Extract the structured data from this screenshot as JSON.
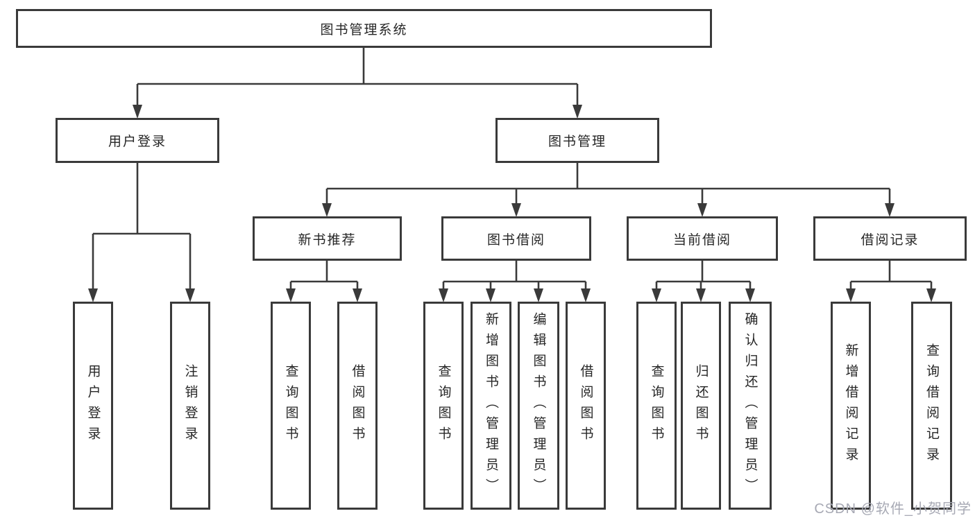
{
  "diagram": {
    "nodes": {
      "root": {
        "label": "图书管理系统"
      },
      "user_login": {
        "label": "用户登录"
      },
      "book_mgmt": {
        "label": "图书管理"
      },
      "new_book_rec": {
        "label": "新书推荐"
      },
      "book_borrow": {
        "label": "图书借阅"
      },
      "current_borrow": {
        "label": "当前借阅"
      },
      "borrow_record": {
        "label": "借阅记录"
      },
      "leaf_user_login": {
        "label": "用户登录"
      },
      "leaf_logout": {
        "label": "注销登录"
      },
      "leaf_query_book_1": {
        "label": "查询图书"
      },
      "leaf_borrow_book_1": {
        "label": "借阅图书"
      },
      "leaf_query_book_2": {
        "label": "查询图书"
      },
      "leaf_add_book": {
        "label": "新增图书（管理员）"
      },
      "leaf_edit_book": {
        "label": "编辑图书（管理员）"
      },
      "leaf_borrow_book_2": {
        "label": "借阅图书"
      },
      "leaf_query_book_3": {
        "label": "查询图书"
      },
      "leaf_return_book": {
        "label": "归还图书"
      },
      "leaf_confirm_return": {
        "label": "确认归还（管理员）"
      },
      "leaf_add_record": {
        "label": "新增借阅记录"
      },
      "leaf_query_record": {
        "label": "查询借阅记录"
      }
    },
    "colors": {
      "line": "#3a3a3a",
      "box_border": "#3a3a3a",
      "text": "#262626",
      "background": "#ffffff",
      "watermark": "#a7a9b4"
    },
    "watermark": {
      "text": "CSDN @软件_小贺同学"
    }
  }
}
